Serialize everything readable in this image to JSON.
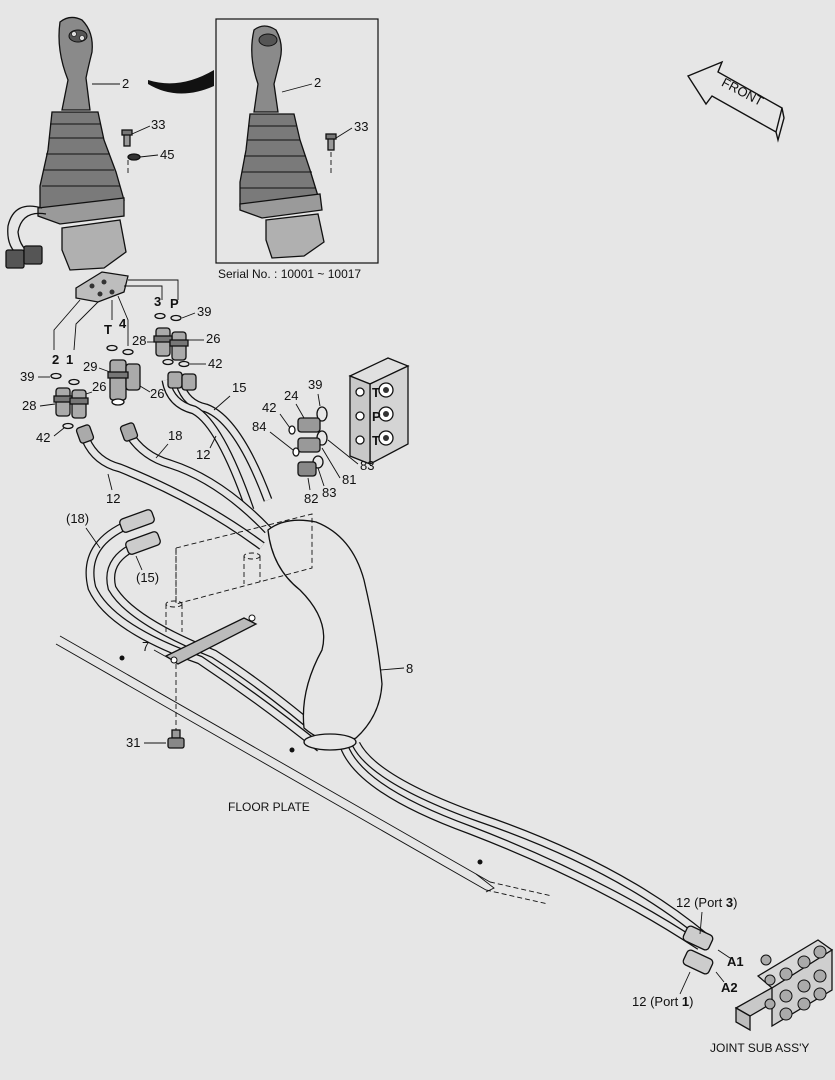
{
  "inset": {
    "caption": "Serial No. : 10001 ~ 10017"
  },
  "front_label": "FRONT",
  "captions": {
    "floor_plate": "FLOOR PLATE",
    "joint_sub_assy": "JOINT SUB ASS'Y"
  },
  "callouts": {
    "c2_main": "2",
    "c33_main": "33",
    "c45": "45",
    "c2_inset": "2",
    "c33_inset": "33",
    "p3": "3",
    "pP": "P",
    "c39_top": "39",
    "pT": "T",
    "p4": "4",
    "c28_right": "28",
    "c26_right": "26",
    "p2": "2",
    "p1": "1",
    "c29": "29",
    "c42_right": "42",
    "c39_left": "39",
    "c26_mid": "26",
    "c26_left": "26",
    "c28_left": "28",
    "c42_left": "42",
    "c15": "15",
    "c24": "24",
    "c39_block": "39",
    "c42_block": "42",
    "c84": "84",
    "c18": "18",
    "c12_a": "12",
    "c12_b": "12",
    "c83_a": "83",
    "c81": "81",
    "c83_b": "83",
    "c82": "82",
    "c18_paren": "(18)",
    "c15_paren": "(15)",
    "c7": "7",
    "c8": "8",
    "c31": "31",
    "port3_label": "12 (Port ",
    "port3_num": "3",
    "port3_close": ")",
    "port1_label": "12 (Port ",
    "port1_num": "1",
    "port1_close": ")",
    "a1": "A1",
    "a2": "A2",
    "block_t1": "T",
    "block_p": "P",
    "block_t2": "T"
  }
}
